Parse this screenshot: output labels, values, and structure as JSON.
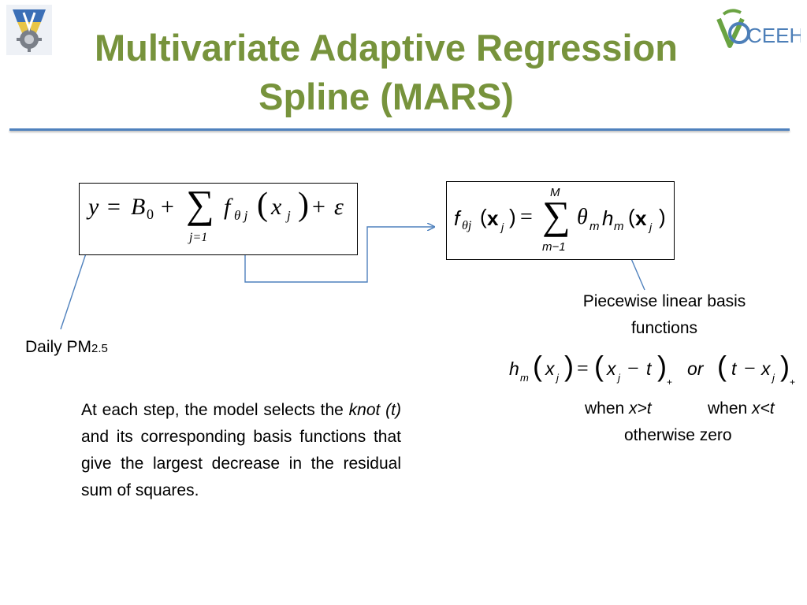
{
  "slide": {
    "title_line1": "Multivariate Adaptive Regression",
    "title_line2": "Spline (MARS)",
    "accent_color": "#77933c",
    "rule_color": "#4f81bd",
    "arrow_color": "#4f81bd"
  },
  "logos": {
    "left": "university-emblem-icon",
    "right_text": "CEEH"
  },
  "formula1": {
    "y": "y",
    "eq": "=",
    "B": "B",
    "B_sub": "0",
    "plus": "+",
    "sigma": "∑",
    "sum_lower": "j=1",
    "f": "f",
    "f_sub": "θ j",
    "lparen": "(",
    "x": "x",
    "x_sub": "j",
    "rparen": ")",
    "plus2": "+",
    "eps": "ε"
  },
  "formula2": {
    "f": "f",
    "f_sub": "θj",
    "lp": "(",
    "x": "x",
    "x_sub": "j",
    "rp": ")",
    "eq": "=",
    "sigma": "∑",
    "sum_upper": "M",
    "sum_lower": "m−1",
    "theta": "θ",
    "theta_sub": "m",
    "h": "h",
    "h_sub": "m",
    "lp2": "(",
    "x2": "x",
    "x2_sub": "j",
    "rp2": ")"
  },
  "annotations": {
    "daily_pm": "Daily PM",
    "daily_pm_sub": "2.5",
    "basis_line1": "Piecewise linear basis",
    "basis_line2": "functions"
  },
  "formula3": {
    "h": "h",
    "h_sub": "m",
    "lp": "(",
    "x": "x",
    "x_sub": "j",
    "rp": ")",
    "eq": "=",
    "lp2": "(",
    "x2": "x",
    "x2_sub": "j",
    "minus": "−",
    "t": "t",
    "rp2": ")",
    "plus_sub": "+",
    "or": "or",
    "lp3": "(",
    "t2": "t",
    "minus2": "−",
    "x3": "x",
    "x3_sub": "j",
    "rp3": ")",
    "plus_sub2": "+"
  },
  "conditions": {
    "when1_word": "when ",
    "when1_cond": "x>t",
    "when2_word": "when ",
    "when2_cond": "x<t",
    "otherwise": "otherwise zero"
  },
  "paragraph": {
    "part1": "At each step, the model selects the ",
    "knot": "knot (t)",
    "part2": " and its corresponding basis functions that give the largest decrease in the residual sum of squares."
  }
}
